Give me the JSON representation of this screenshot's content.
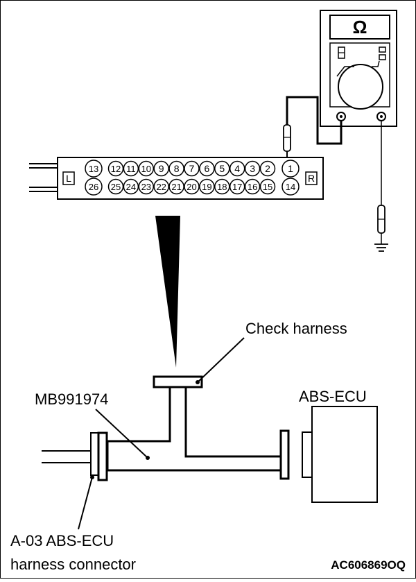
{
  "meter": {
    "symbol": "Ω"
  },
  "connector": {
    "left_marker": "L",
    "right_marker": "R",
    "top_row": [
      "13",
      "12",
      "11",
      "10",
      "9",
      "8",
      "7",
      "6",
      "5",
      "4",
      "3",
      "2",
      "1"
    ],
    "bottom_row": [
      "26",
      "25",
      "24",
      "23",
      "22",
      "21",
      "20",
      "19",
      "18",
      "17",
      "16",
      "15",
      "14"
    ]
  },
  "labels": {
    "check_harness": "Check harness",
    "adapter": "MB991974",
    "ecu": "ABS-ECU",
    "harness_connector_line1": "A-03 ABS-ECU",
    "harness_connector_line2": "harness connector",
    "figure_code": "AC606869OQ"
  }
}
